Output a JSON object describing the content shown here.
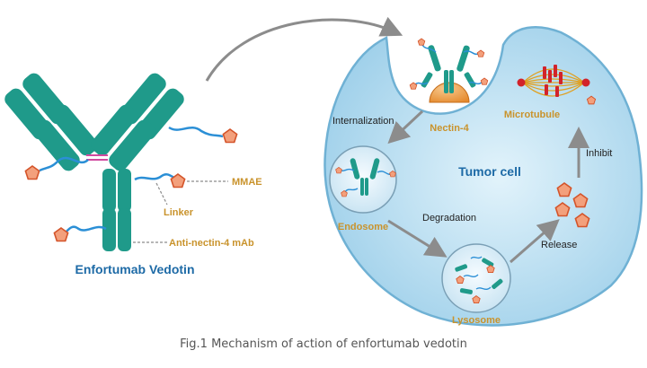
{
  "diagram": {
    "antibody_labels": {
      "payload": "MMAE",
      "linker": "Linker",
      "antibody": "Anti-nectin-4 mAb",
      "drug_name": "Enfortumab Vedotin"
    },
    "cell_labels": {
      "receptor": "Nectin-4",
      "cell": "Tumor cell",
      "endosome": "Endosome",
      "lysosome": "Lysosome",
      "microtubule": "Microtubule"
    },
    "steps": {
      "internalization": "Internalization",
      "degradation": "Degradation",
      "release": "Release",
      "inhibit": "Inhibit"
    },
    "caption": "Fig.1 Mechanism of action of enfortumab vedotin"
  },
  "colors": {
    "antibody": "#1f9a8a",
    "payload": "#e8734a",
    "linker": "#2b8fd6",
    "cell_fill": "#bde2f3",
    "label_gold": "#c9932c",
    "label_blue": "#1d6aa6",
    "arrow": "#8c8c8c"
  }
}
